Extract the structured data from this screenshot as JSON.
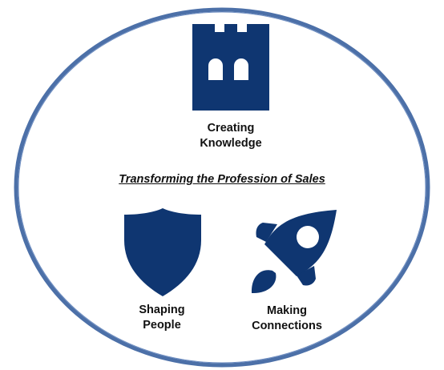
{
  "title": "Transforming the Profession of Sales",
  "colors": {
    "circle_stroke": "#4C70A8",
    "icon_fill": "#0F3671"
  },
  "pillars": [
    {
      "icon": "castle-tower-icon",
      "label_lines": [
        "Creating",
        "Knowledge"
      ]
    },
    {
      "icon": "shield-icon",
      "label_lines": [
        "Shaping",
        "People"
      ]
    },
    {
      "icon": "rocket-icon",
      "label_lines": [
        "Making",
        "Connections"
      ]
    }
  ]
}
